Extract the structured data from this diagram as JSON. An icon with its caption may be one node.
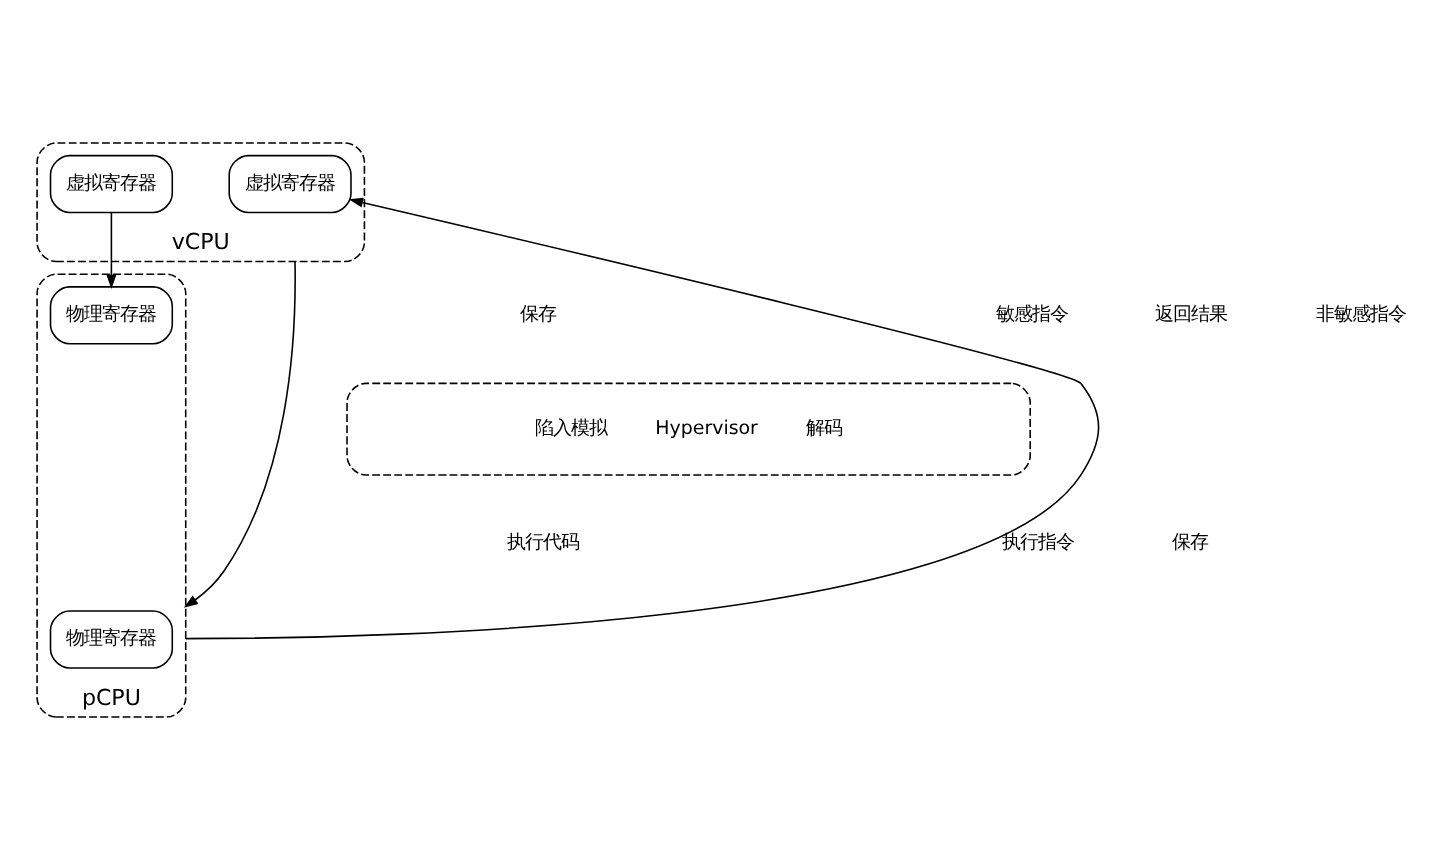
{
  "diagram": {
    "nodes": [
      {
        "text": [
          "vCPU"
        ]
      },
      {
        "text": [
          "虚拟寄存器"
        ],
        "in": 0
      },
      {
        "text": [
          "虚拟寄存器"
        ],
        "in": 0
      },
      {
        "text": [
          "陷入模拟",
          "Hypervisor",
          "解码"
        ]
      },
      {
        "text": [
          "pCPU"
        ]
      },
      {
        "text": [
          "物理寄存器"
        ],
        "in": 4
      },
      {
        "text": [
          "物理寄存器"
        ],
        "in": 4
      }
    ],
    "edges": [
      {
        "from": 0,
        "to": 4,
        "arrow": "to"
      },
      {
        "from": 4,
        "to": 1,
        "arrow": "to"
      },
      {
        "from": 2,
        "to": 6,
        "arrow": "to"
      }
    ],
    "labels": [
      "保存",
      "敏感指令",
      "返回结果",
      "非敏感指令",
      "执行代码",
      "执行指令",
      "保存"
    ]
  }
}
